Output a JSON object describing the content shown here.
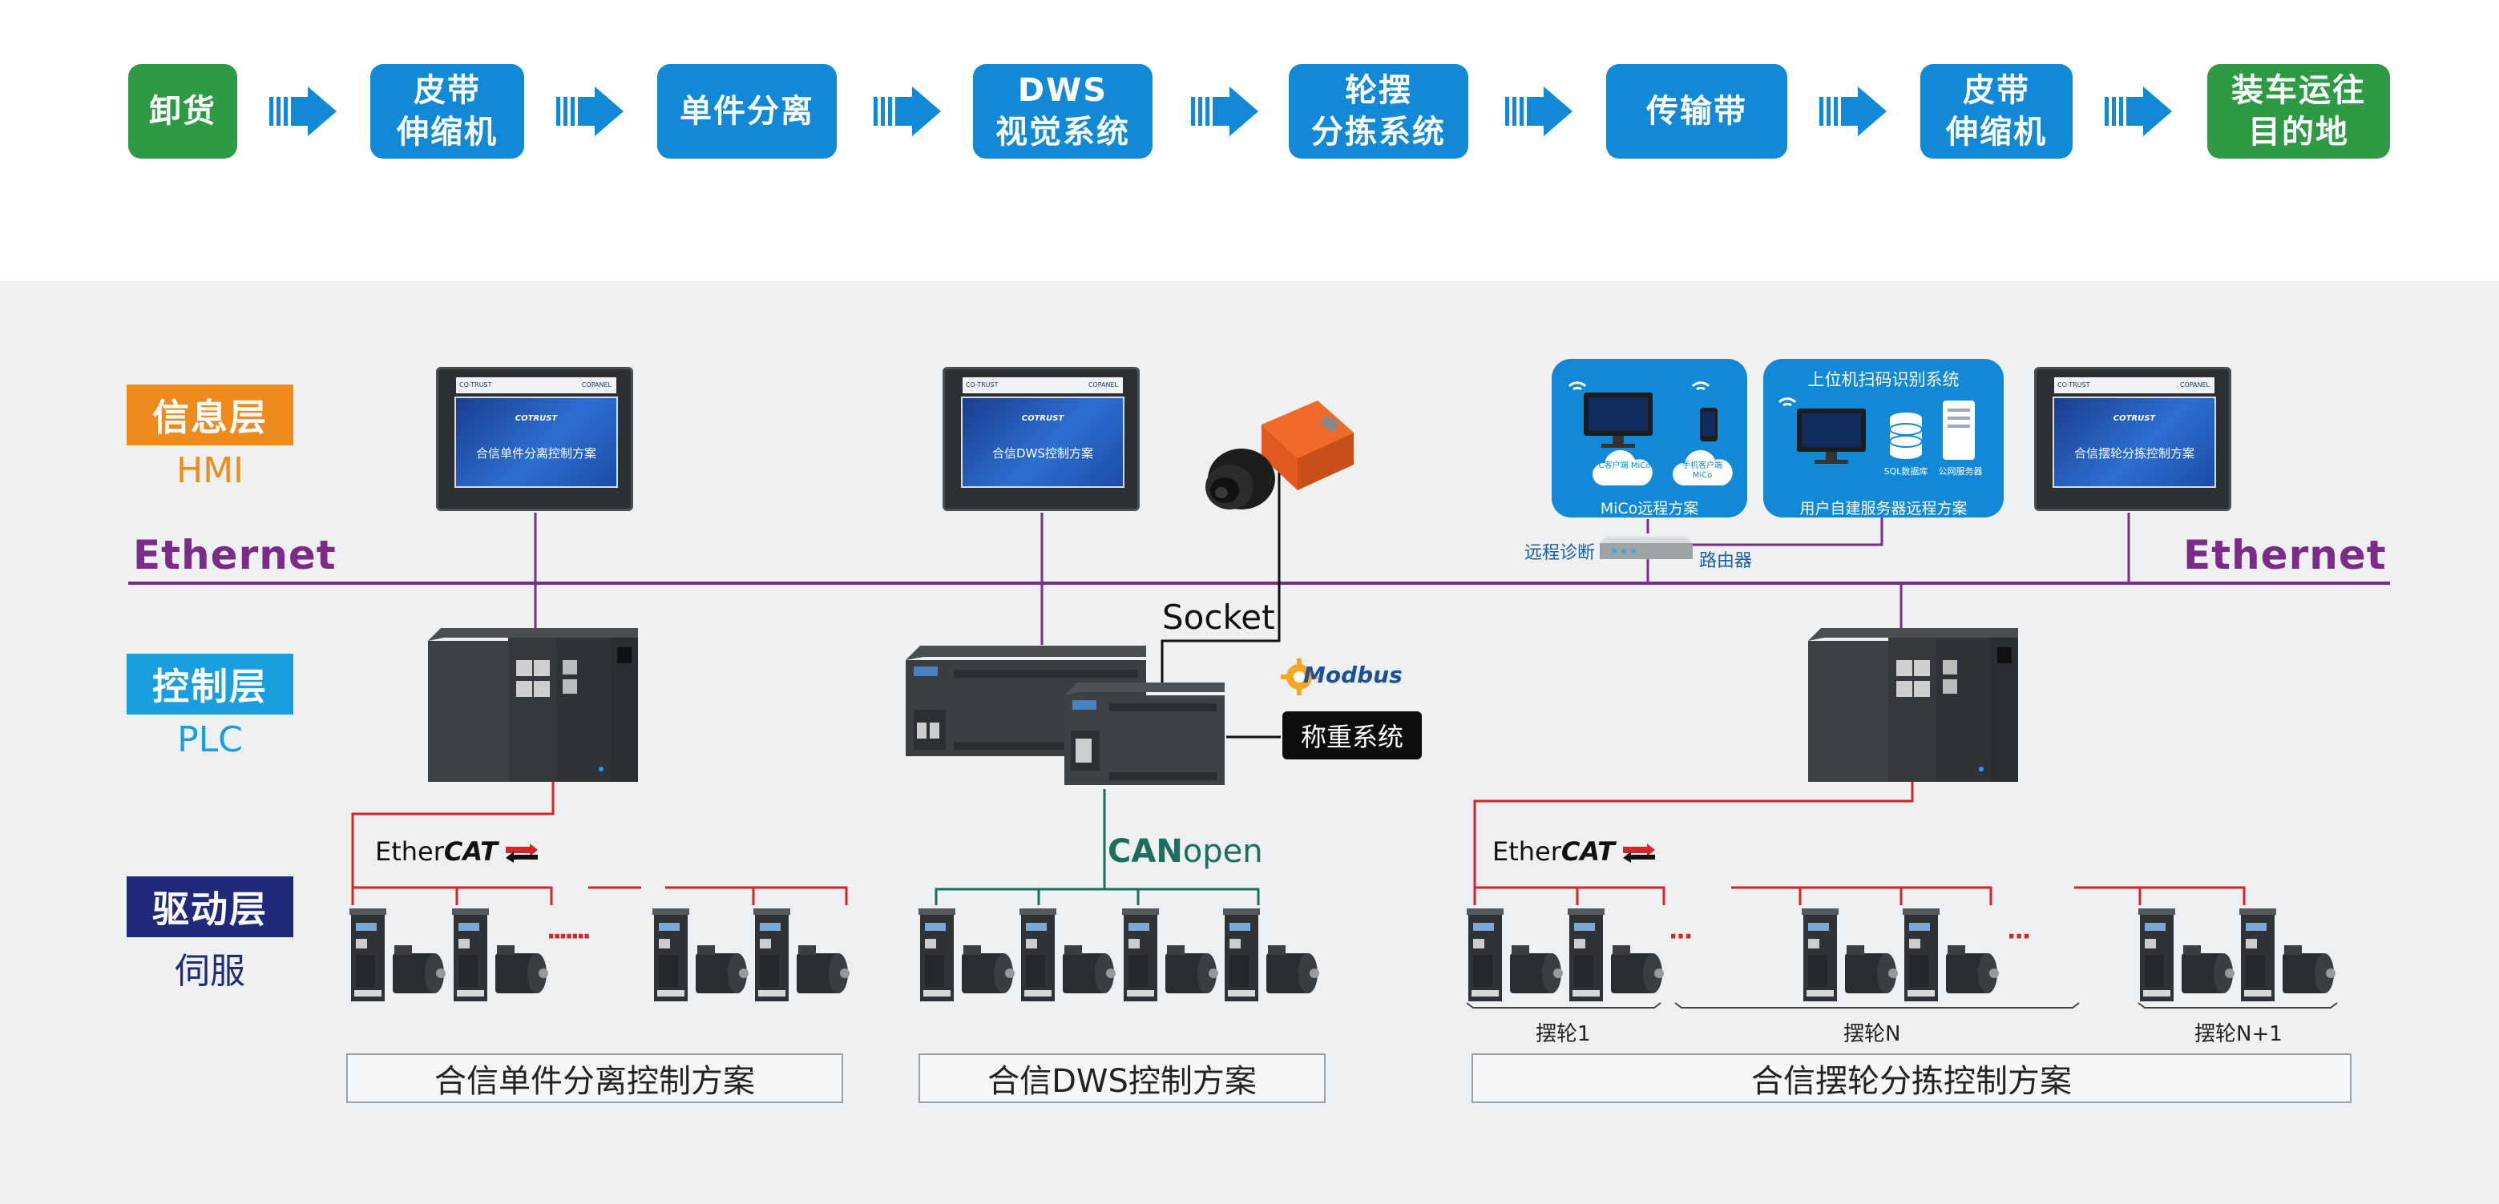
{
  "flow": [
    {
      "lines": [
        "卸货"
      ],
      "color": "green"
    },
    {
      "lines": [
        "皮带",
        "伸缩机"
      ],
      "color": "blue"
    },
    {
      "lines": [
        "单件分离"
      ],
      "color": "blue"
    },
    {
      "lines": [
        "DWS",
        "视觉系统"
      ],
      "color": "blue"
    },
    {
      "lines": [
        "轮摆",
        "分拣系统"
      ],
      "color": "blue"
    },
    {
      "lines": [
        "传输带"
      ],
      "color": "blue"
    },
    {
      "lines": [
        "皮带",
        "伸缩机"
      ],
      "color": "blue"
    },
    {
      "lines": [
        "装车运往",
        "目的地"
      ],
      "color": "green"
    }
  ],
  "layers": {
    "info": {
      "label": "信息层",
      "sub": "HMI",
      "color": "#ef8a1e"
    },
    "control": {
      "label": "控制层",
      "sub": "PLC",
      "color": "#1a9ee0"
    },
    "drive": {
      "label": "驱动层",
      "sub": "伺服",
      "color": "#1f2b7a"
    }
  },
  "ethernet": {
    "left": "Ethernet",
    "right": "Ethernet",
    "color": "#7a2c86"
  },
  "hmi": [
    {
      "brand": "CO-TRUST",
      "model": "COPANEL",
      "logo": "COTRUST",
      "caption": "合信单件分离控制方案"
    },
    {
      "brand": "CO-TRUST",
      "model": "COPANEL",
      "logo": "COTRUST",
      "caption": "合信DWS控制方案"
    },
    {
      "brand": "CO-TRUST",
      "model": "COPANEL",
      "logo": "COTRUST",
      "caption": "合信摆轮分拣控制方案"
    }
  ],
  "remote": {
    "mico": {
      "title": "MiCo远程方案",
      "pc": "PC客户端 MiCo",
      "phone": "手机客户端 MiCo"
    },
    "server": {
      "title": "上位机扫码识别系统",
      "footer": "用户自建服务器远程方案",
      "db": "SQL数据库",
      "srv": "公网服务器"
    },
    "router_left": "远程诊断",
    "router_right": "路由器"
  },
  "protocols": {
    "socket": "Socket",
    "modbus": "Modbus",
    "weigh": "称重系统",
    "ethercat_prefix": "Ether",
    "ethercat_bold": "CAT",
    "canopen_bold": "CAN",
    "canopen_rest": "open"
  },
  "dots": {
    "a": "·······",
    "b": "···",
    "c": "···"
  },
  "wheel_groups": [
    "摆轮1",
    "摆轮N",
    "摆轮N+1"
  ],
  "solutions": [
    "合信单件分离控制方案",
    "合信DWS控制方案",
    "合信摆轮分拣控制方案"
  ]
}
